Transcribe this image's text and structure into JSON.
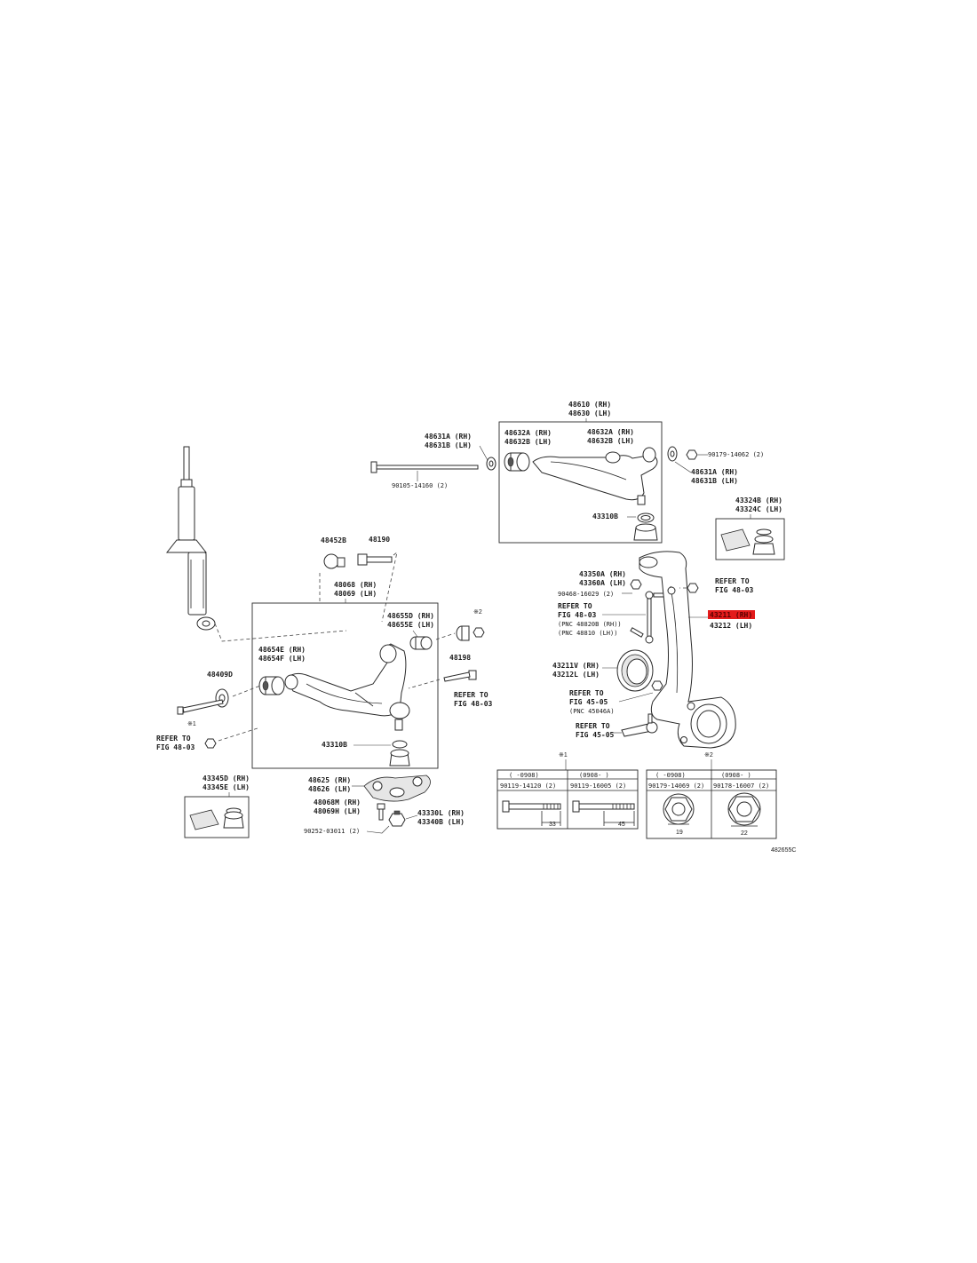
{
  "labels": {
    "upper_arm_rh": "48610 (RH)",
    "upper_arm_lh": "48630 (LH)",
    "cam_rh_a": "48631A (RH)",
    "cam_lh_a": "48631B (LH)",
    "bush_rh_a": "48632A (RH)",
    "bush_lh_a": "48632B (LH)",
    "bush_rh_b": "48632A (RH)",
    "bush_lh_b": "48632B (LH)",
    "nut_top": "90179-14062 (2)",
    "cam_rh_b": "48631A (RH)",
    "cam_lh_b": "48631B (LH)",
    "bolt_top": "90105-14160 (2)",
    "joint_upper": "43310B",
    "boot_kit_rh": "43324B (RH)",
    "boot_kit_lh": "43324C (LH)",
    "p48452": "48452B",
    "p48190": "48190",
    "lower_arm_rh": "48068 (RH)",
    "lower_arm_lh": "48069 (LH)",
    "bush_d_rh": "48655D (RH)",
    "bush_f_lh": "48655E (LH)",
    "bush_e_rh": "48654E (RH)",
    "bush_e_lh": "48654F (LH)",
    "p48409": "48409D",
    "p48198": "48198",
    "refer_a1": "REFER TO",
    "refer_a2": "FIG 48-03",
    "refer_b1": "REFER TO",
    "refer_b2": "FIG 48-03",
    "mark1": "※1",
    "mark2": "※2",
    "joint_lower": "43310B",
    "boot_low_rh": "43345D (RH)",
    "boot_low_lh": "43345E (LH)",
    "bracket_rh": "48625 (RH)",
    "bracket_lh": "48626 (LH)",
    "bolt_m_rh": "48068M (RH)",
    "bolt_h_lh": "48069H (LH)",
    "nut_bottom_rh": "43330L (RH)",
    "nut_bottom_lh": "43340B (LH)",
    "pin_bottom": "90252-03011 (2)",
    "link_rh": "43350A (RH)",
    "link_lh": "43360A (LH)",
    "link_nut": "90468-16029 (2)",
    "refer_c1": "REFER TO",
    "refer_c2": "FIG 48-03",
    "refer_c3": "(PNC 48820B (RH))",
    "refer_c4": "(PNC 48810 (LH))",
    "refer_d1": "REFER TO",
    "refer_d2": "FIG 48-03",
    "knuckle_rh": "43211 (RH)",
    "knuckle_lh": "43212 (LH)",
    "seal_rh": "43211V (RH)",
    "seal_lh": "43212L (LH)",
    "refer_e1": "REFER TO",
    "refer_e2": "FIG 45-05",
    "refer_e3": "(PNC 45046A)",
    "refer_f1": "REFER TO",
    "refer_f2": "FIG 45-05",
    "figure_code": "482655C"
  },
  "table1": {
    "mark": "※1",
    "col1_header": "(   -0908)",
    "col2_header": "(0908-   )",
    "col1_part": "90119-14120 (2)",
    "col2_part": "90119-16005 (2)",
    "col1_dim": "33",
    "col2_dim": "45"
  },
  "table2": {
    "mark": "※2",
    "col1_header": "(   -0908)",
    "col2_header": "(0908-   )",
    "col1_part": "90179-14069 (2)",
    "col2_part": "90178-16007 (2)",
    "col1_dim": "19",
    "col2_dim": "22"
  },
  "colors": {
    "highlight": "#e31b1b",
    "line": "#2a2a2a"
  }
}
